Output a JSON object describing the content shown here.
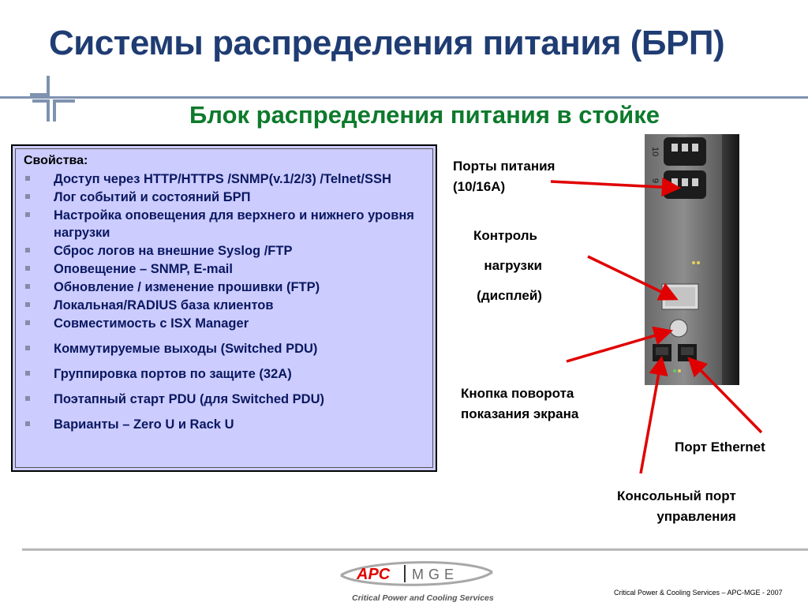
{
  "title": "Системы распределения питания (БРП)",
  "subtitle": "Блок распределения питания в стойке",
  "properties": {
    "heading": "Свойства:",
    "items": [
      "Доступ через HTTP/HTTPS /SNMP(v.1/2/3) /Telnet/SSH",
      "Лог событий и состояний БРП",
      "Настройка оповещения для верхнего и нижнего уровня нагрузки",
      "Сброс логов на внешние Syslog /FTP",
      "Оповещение – SNMP, E-mail",
      "Обновление / изменение прошивки (FTP)",
      "Локальная/RADIUS база клиентов",
      "Совместимость с ISX Manager",
      "Коммутируемые выходы (Switched PDU)",
      "Группировка портов по защите (32A)",
      "Поэтапный старт PDU (для Switched PDU)",
      "Варианты – Zero U и Rack U"
    ]
  },
  "labels": {
    "power_ports_line1": "Порты питания",
    "power_ports_line2": "(10/16A)",
    "load_control_line1": "Контроль",
    "load_control_line2": "нагрузки",
    "load_control_line3": "(дисплей)",
    "rotate_button_line1": "Кнопка поворота",
    "rotate_button_line2": "показания экрана",
    "ethernet_port": "Порт Ethernet",
    "console_port_line1": "Консольный порт",
    "console_port_line2": "управления"
  },
  "device": {
    "outlet_number_top": "10",
    "outlet_number_bottom": "9"
  },
  "logo": {
    "brand_left": "APC",
    "brand_right": "MGE",
    "tagline": "Critical Power and Cooling Services"
  },
  "footer": "Critical Power & Cooling Services – APC-MGE - 2007",
  "colors": {
    "title": "#1f3c73",
    "subtitle": "#0d7a2c",
    "box_bg": "#ccccff",
    "list_text": "#0a1860",
    "arrow": "#e00000"
  }
}
